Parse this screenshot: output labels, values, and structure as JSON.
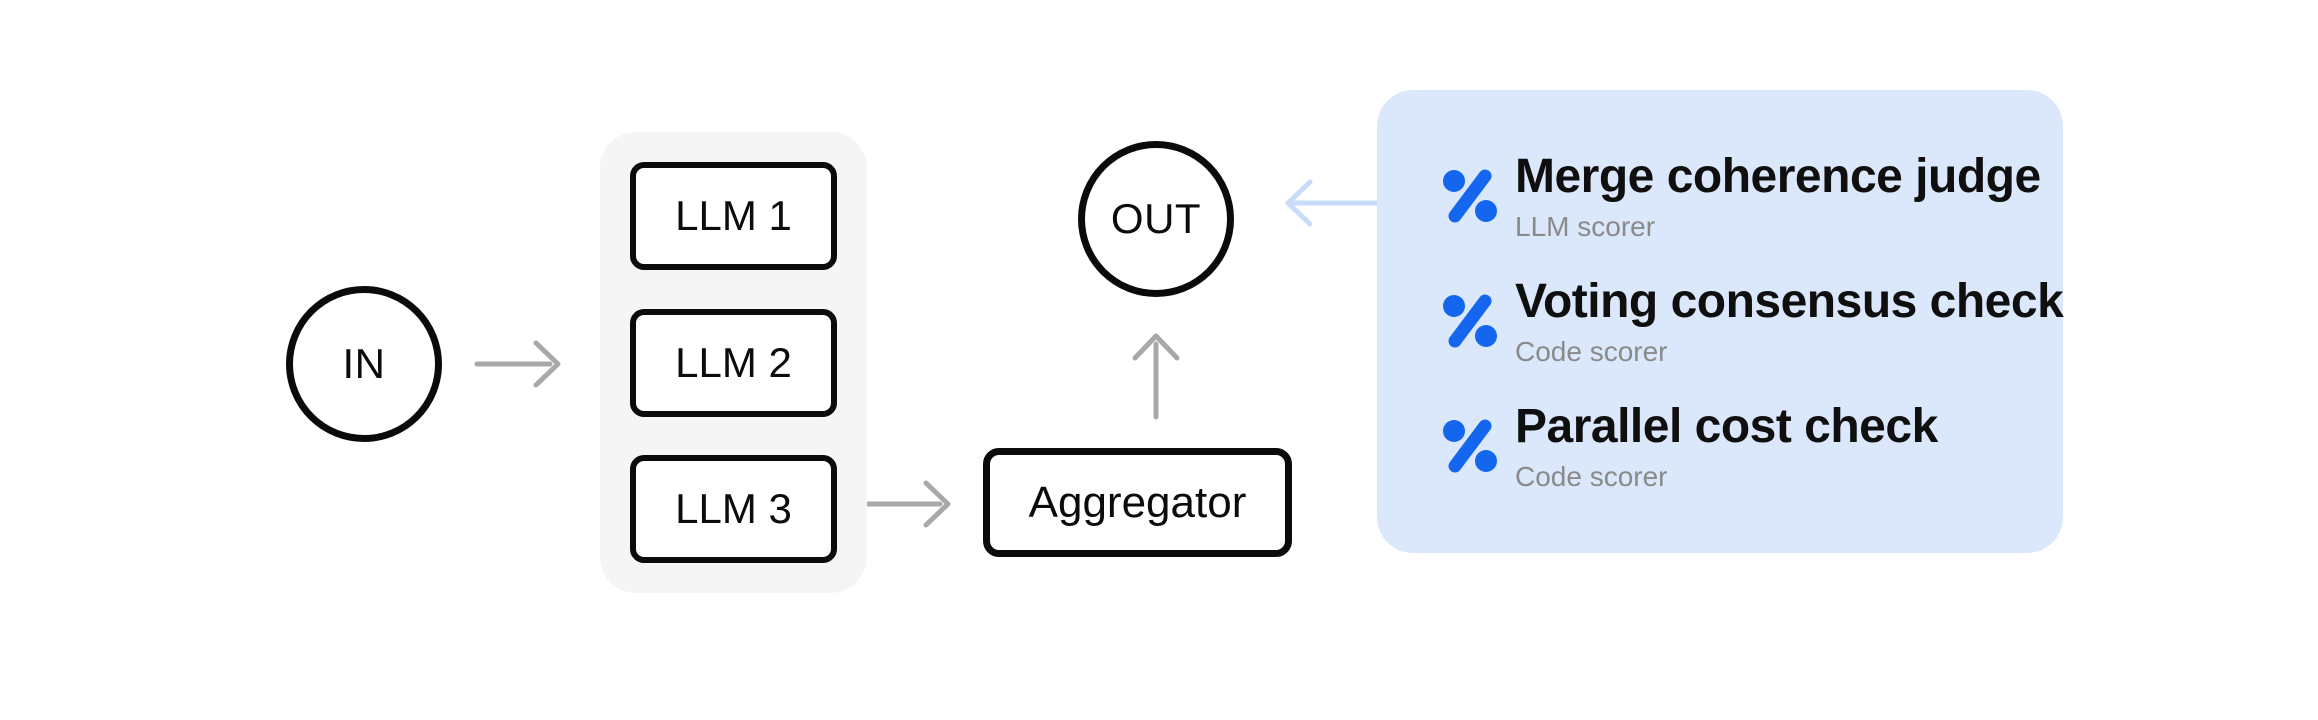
{
  "diagram": {
    "nodes": {
      "input": "IN",
      "llms": [
        "LLM 1",
        "LLM 2",
        "LLM 3"
      ],
      "aggregator": "Aggregator",
      "output": "OUT"
    },
    "edges": [
      {
        "from": "IN",
        "to": "LLM group",
        "style": "gray-arrow"
      },
      {
        "from": "LLM 3",
        "to": "Aggregator",
        "style": "gray-arrow"
      },
      {
        "from": "Aggregator",
        "to": "OUT",
        "style": "gray-arrow"
      },
      {
        "from": "Scorer panel",
        "to": "OUT",
        "style": "blue-arrow"
      }
    ],
    "scorer_panel": {
      "items": [
        {
          "icon": "percent-scorer-icon",
          "title": "Merge coherence judge",
          "subtitle": "LLM scorer"
        },
        {
          "icon": "percent-scorer-icon",
          "title": "Voting consensus check",
          "subtitle": "Code scorer"
        },
        {
          "icon": "percent-scorer-icon",
          "title": "Parallel cost check",
          "subtitle": "Code scorer"
        }
      ]
    },
    "colors": {
      "node_border": "#0b0b0b",
      "node_fill": "#ffffff",
      "llm_container_bg": "#f5f5f5",
      "panel_bg": "#dbe8fc",
      "icon_blue": "#1566ee",
      "arrow_gray": "#a8a8a8",
      "arrow_blue": "#c8dbf8",
      "title_text": "#0f0f0f",
      "subtitle_text": "#8a8a8a"
    }
  }
}
